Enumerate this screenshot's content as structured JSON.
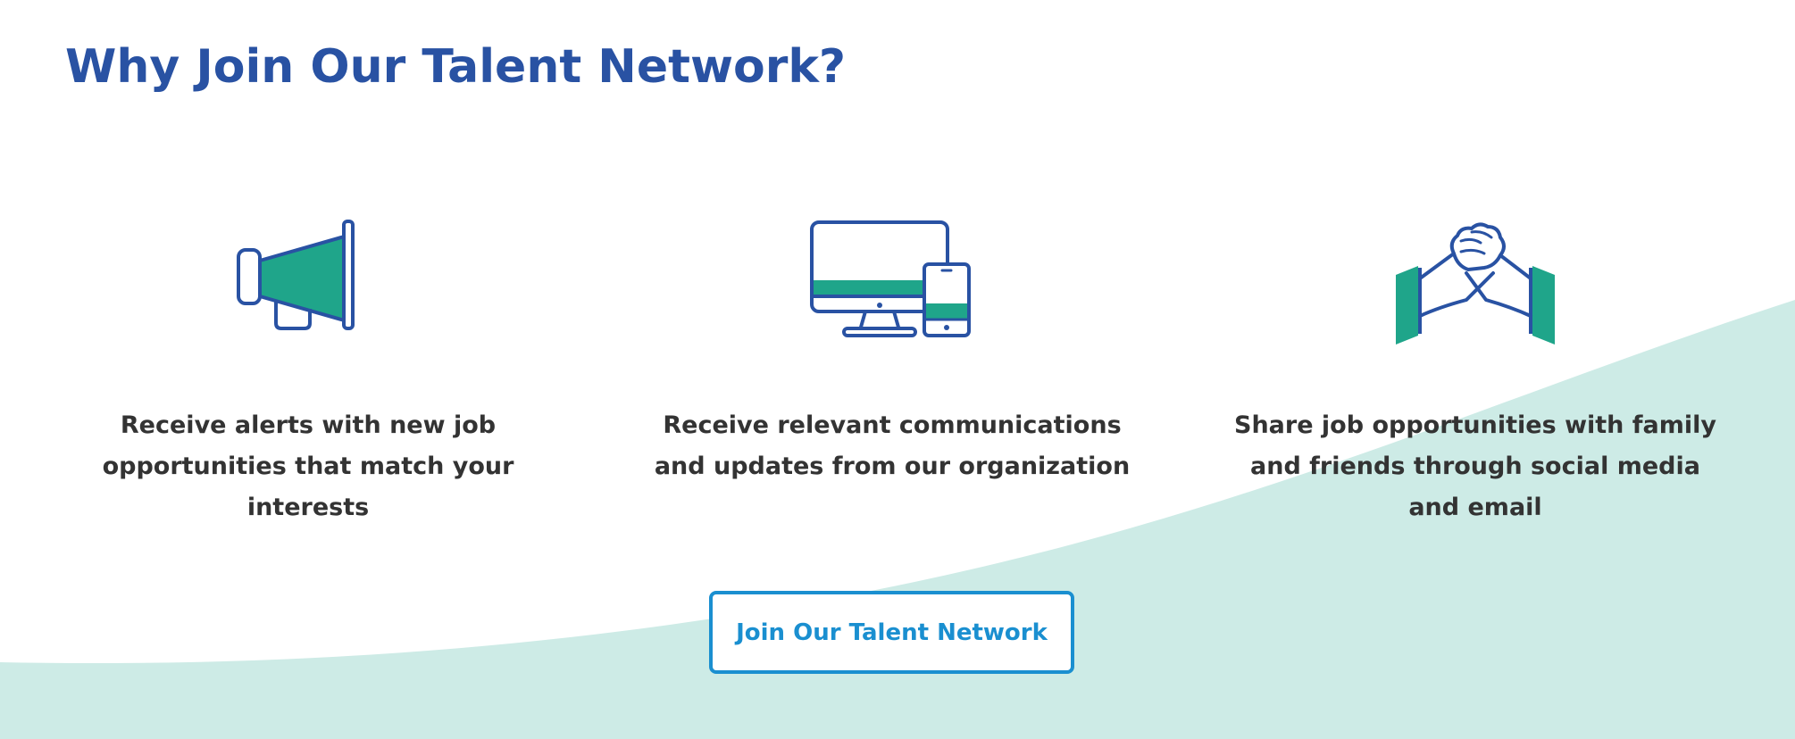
{
  "heading": "Why Join Our Talent Network?",
  "features": [
    {
      "icon": "megaphone-icon",
      "text": "Receive alerts with new job opportunities that match your interests"
    },
    {
      "icon": "devices-icon",
      "text": "Receive relevant communications and updates from our organization"
    },
    {
      "icon": "handshake-icon",
      "text": "Share job opportunities with family and friends through social media and email"
    }
  ],
  "cta": {
    "label": "Join Our Talent Network"
  },
  "colors": {
    "heading": "#2952a3",
    "icon_stroke": "#2952a3",
    "icon_fill": "#1fa58a",
    "wave": "#cdebe6",
    "button": "#1a8fd0",
    "text": "#333333"
  }
}
